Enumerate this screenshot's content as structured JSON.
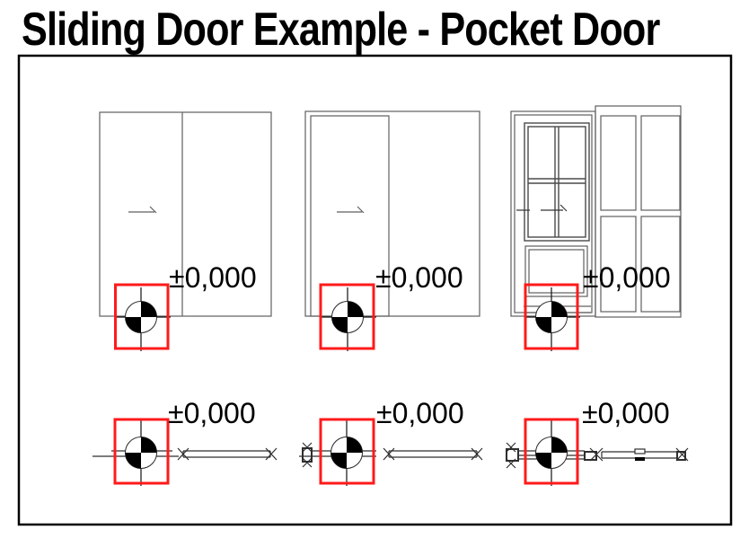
{
  "title": "Sliding Door Example - Pocket Door",
  "colors": {
    "highlight_box": "#ff1a1a",
    "door_linework": "#5f5f5f",
    "hardware_linework": "#2e2e2e",
    "text": "#000000"
  },
  "views": {
    "elevations": [
      {
        "id": "two-panel-sliding-door-elevation",
        "level_label": "±0,000"
      },
      {
        "id": "pocket-door-open-elevation",
        "level_label": "±0,000"
      },
      {
        "id": "glazed-pocket-door-elevation",
        "level_label": "±0,000"
      }
    ],
    "plans": [
      {
        "id": "sliding-door-plan",
        "level_label": "±0,000"
      },
      {
        "id": "pocket-door-plan",
        "level_label": "±0,000"
      },
      {
        "id": "pocket-door-detailed-plan",
        "level_label": "±0,000"
      }
    ]
  },
  "symbols": {
    "datum": "level-datum-icon",
    "panel_end_marker": "x-marker-icon"
  }
}
